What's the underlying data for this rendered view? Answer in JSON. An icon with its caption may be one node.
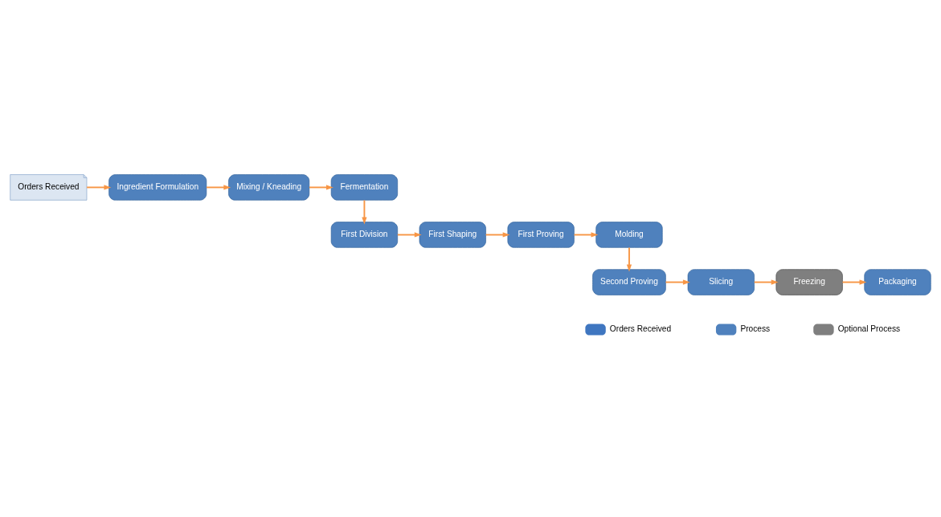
{
  "diagram": {
    "nodes": [
      {
        "text": [
          "Orders Received"
        ]
      },
      {
        "text": [
          "Ingredient Formulation"
        ]
      },
      {
        "text": [
          "Mixing / Kneading"
        ]
      },
      {
        "text": [
          "Fermentation"
        ]
      },
      {
        "text": [
          "First Division"
        ]
      },
      {
        "text": [
          "First Shaping"
        ]
      },
      {
        "text": [
          "First Proving"
        ]
      },
      {
        "text": [
          "Molding"
        ]
      },
      {
        "text": [
          "Second Proving"
        ]
      },
      {
        "text": [
          "Slicing"
        ]
      },
      {
        "text": [
          "Freezing"
        ]
      },
      {
        "text": [
          "Packaging"
        ]
      }
    ],
    "edges": [
      {
        "from": 0,
        "to": 1,
        "arrow": "to"
      },
      {
        "from": 1,
        "to": 2,
        "arrow": "to"
      },
      {
        "from": 2,
        "to": 3,
        "arrow": "to"
      },
      {
        "from": 3,
        "to": 4,
        "arrow": "to"
      },
      {
        "from": 4,
        "to": 5,
        "arrow": "to"
      },
      {
        "from": 5,
        "to": 6,
        "arrow": "to"
      },
      {
        "from": 6,
        "to": 7,
        "arrow": "to"
      },
      {
        "from": 7,
        "to": 8,
        "arrow": "to"
      },
      {
        "from": 8,
        "to": 9,
        "arrow": "to"
      },
      {
        "from": 9,
        "to": 10,
        "arrow": "to"
      },
      {
        "from": 10,
        "to": 11,
        "arrow": "to"
      }
    ],
    "legend": [
      {
        "text": "Orders Received",
        "color": "#3f76c0"
      },
      {
        "text": "Process",
        "color": "#4f81bd"
      },
      {
        "text": "Optional Process",
        "color": "#7f7f7f"
      }
    ]
  }
}
